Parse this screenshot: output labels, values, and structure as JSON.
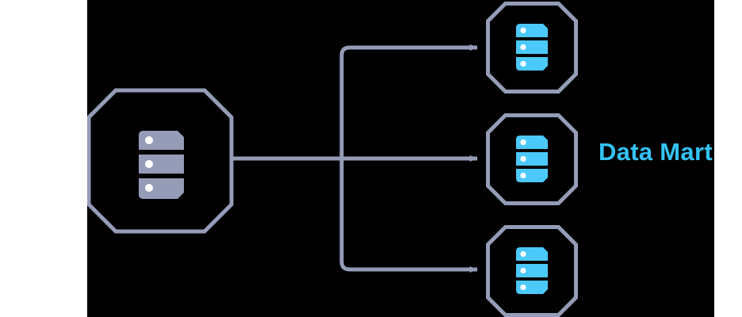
{
  "diagram": {
    "title": "Data Warehouse to Data Marts flow",
    "background_color": "#000000",
    "page_background_color": "#ffffff",
    "accent_color": "#34c3f5",
    "line_color": "#959cb8",
    "source_icon_color": "#959cb8",
    "target_icon_color": "#4cc9fb",
    "nodes": {
      "source": {
        "name": "data-warehouse",
        "icon": "database-icon",
        "icon_color": "#959cb8",
        "border_color": "#959cb8"
      },
      "targets": [
        {
          "name": "data-mart-top",
          "icon": "database-icon",
          "icon_color": "#4cc9fb",
          "border_color": "#959cb8"
        },
        {
          "name": "data-mart-middle",
          "icon": "database-icon",
          "icon_color": "#4cc9fb",
          "border_color": "#959cb8"
        },
        {
          "name": "data-mart-bottom",
          "icon": "database-icon",
          "icon_color": "#4cc9fb",
          "border_color": "#959cb8"
        }
      ]
    },
    "connectors": [
      {
        "name": "connector-to-top",
        "arrow": "arrowhead-right"
      },
      {
        "name": "connector-to-middle",
        "arrow": "arrowhead-right"
      },
      {
        "name": "connector-to-bottom",
        "arrow": "arrowhead-right"
      }
    ],
    "labels": {
      "data_mart": "Data Mart"
    }
  }
}
